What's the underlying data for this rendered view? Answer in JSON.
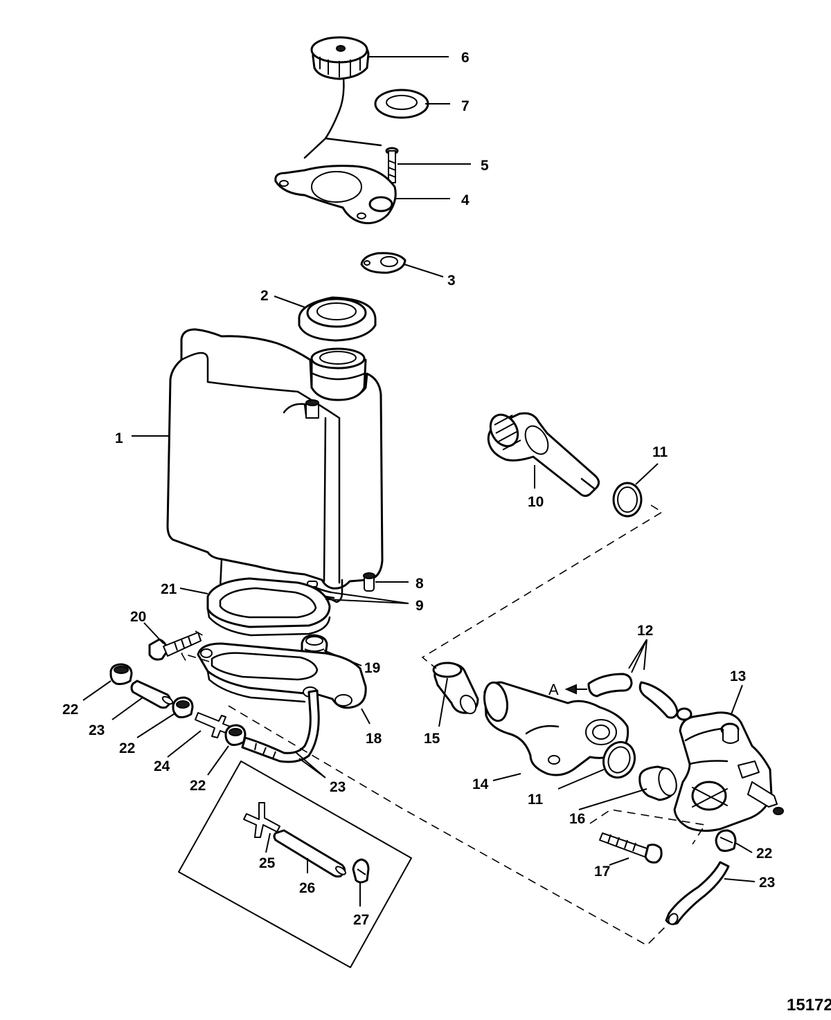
{
  "callouts": {
    "c1": "1",
    "c2": "2",
    "c3": "3",
    "c4": "4",
    "c5": "5",
    "c6": "6",
    "c7": "7",
    "c8": "8",
    "c9": "9",
    "c10": "10",
    "c11a": "11",
    "c11b": "11",
    "c12": "12",
    "c13": "13",
    "c14": "14",
    "c15": "15",
    "c16": "16",
    "c17": "17",
    "c18": "18",
    "c19": "19",
    "c20": "20",
    "c21": "21",
    "c22a": "22",
    "c22b": "22",
    "c22c": "22",
    "c22d": "22",
    "c23a": "23",
    "c23b": "23",
    "c23c": "23",
    "c24": "24",
    "c25": "25",
    "c26": "26",
    "c27": "27"
  },
  "flow_label": "A",
  "drawing_number": "15172"
}
